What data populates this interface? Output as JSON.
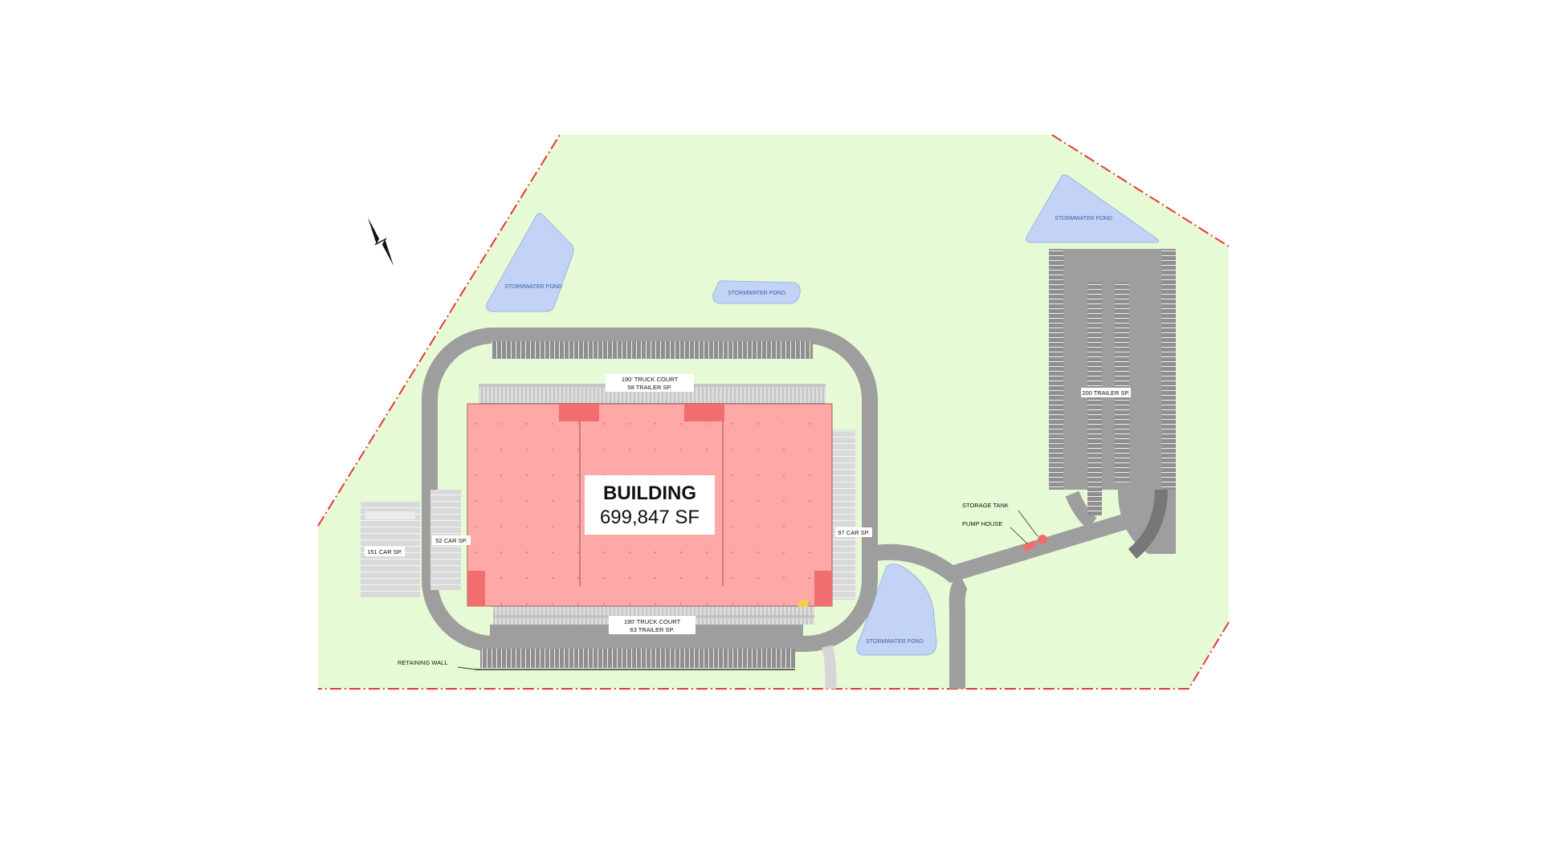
{
  "plan": {
    "building": {
      "title": "BUILDING",
      "area": "699,847 SF"
    },
    "truck_court_north": {
      "line1": "190' TRUCK COURT",
      "line2": "58 TRAILER SP."
    },
    "truck_court_south": {
      "line1": "190' TRUCK COURT",
      "line2": "63 TRAILER SP."
    },
    "parking_west_lot": "151 CAR SP.",
    "parking_west_strip": "52 CAR SP.",
    "parking_east_strip": "97 CAR SP.",
    "trailer_lot": "200 TRAILER SP.",
    "storage_tank": "STORAGE TANK",
    "pump_house": "PUMP HOUSE",
    "retaining_wall": "RETAINING WALL",
    "ponds": [
      "STORMWATER POND",
      "STORMWATER POND",
      "STORMWATER POND",
      "STORMWATER POND"
    ]
  },
  "colors": {
    "site": "#e6fbd5",
    "boundary": "#e53935",
    "pavement": "#9e9e9e",
    "building": "#ffa8a8",
    "dock": "#f26d6d",
    "pond": "#c3d3f5"
  },
  "icons": {
    "north_arrow": "north-arrow-icon"
  }
}
